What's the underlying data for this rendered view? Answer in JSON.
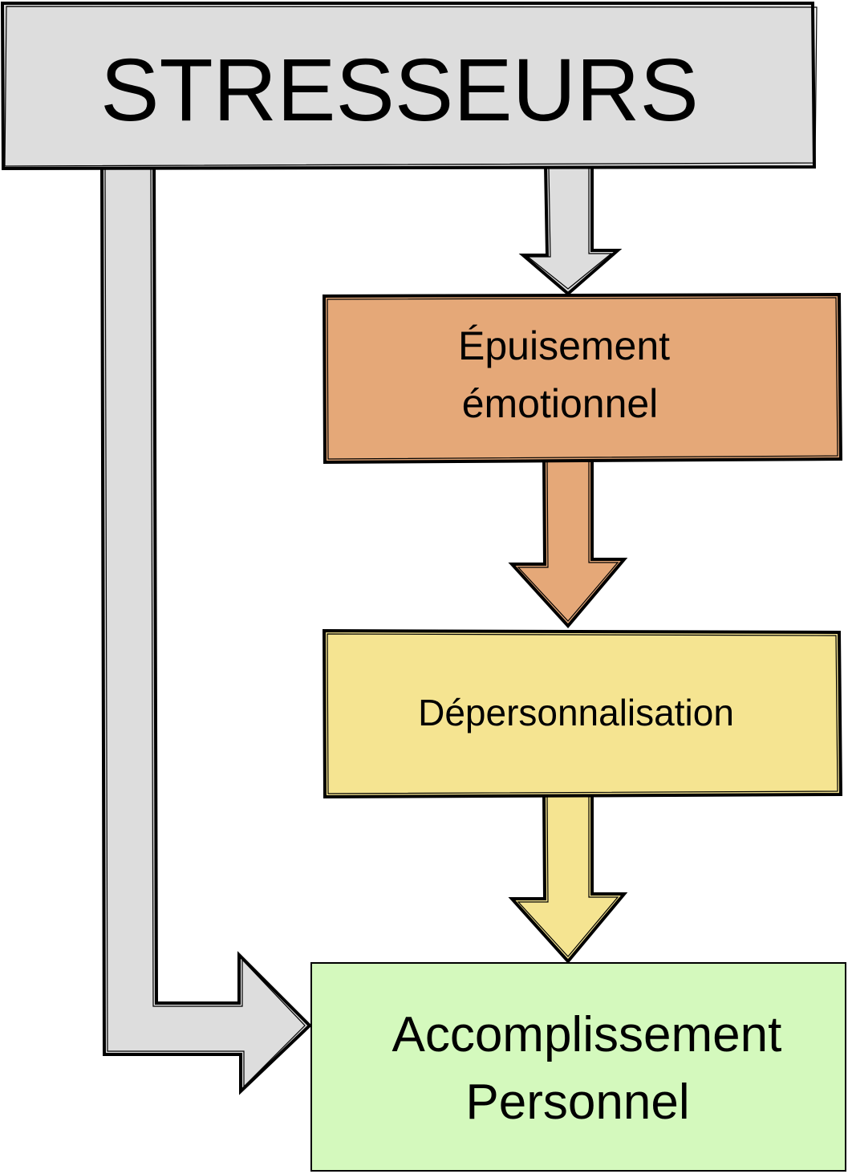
{
  "title": "STRESSEURS",
  "nodes": [
    {
      "id": "epuisement",
      "lines": [
        "Épuisement",
        "émotionnel"
      ]
    },
    {
      "id": "depersonnalisation",
      "lines": [
        "Dépersonnalisation"
      ]
    },
    {
      "id": "accomplissement",
      "lines": [
        "Accomplissement",
        "Personnel"
      ]
    }
  ],
  "colors": {
    "stresseurs": "#dddddd",
    "epuisement": "#e5a878",
    "depersonnalisation": "#f5e491",
    "accomplissement": "#d4f9bd",
    "outline": "#000000"
  }
}
